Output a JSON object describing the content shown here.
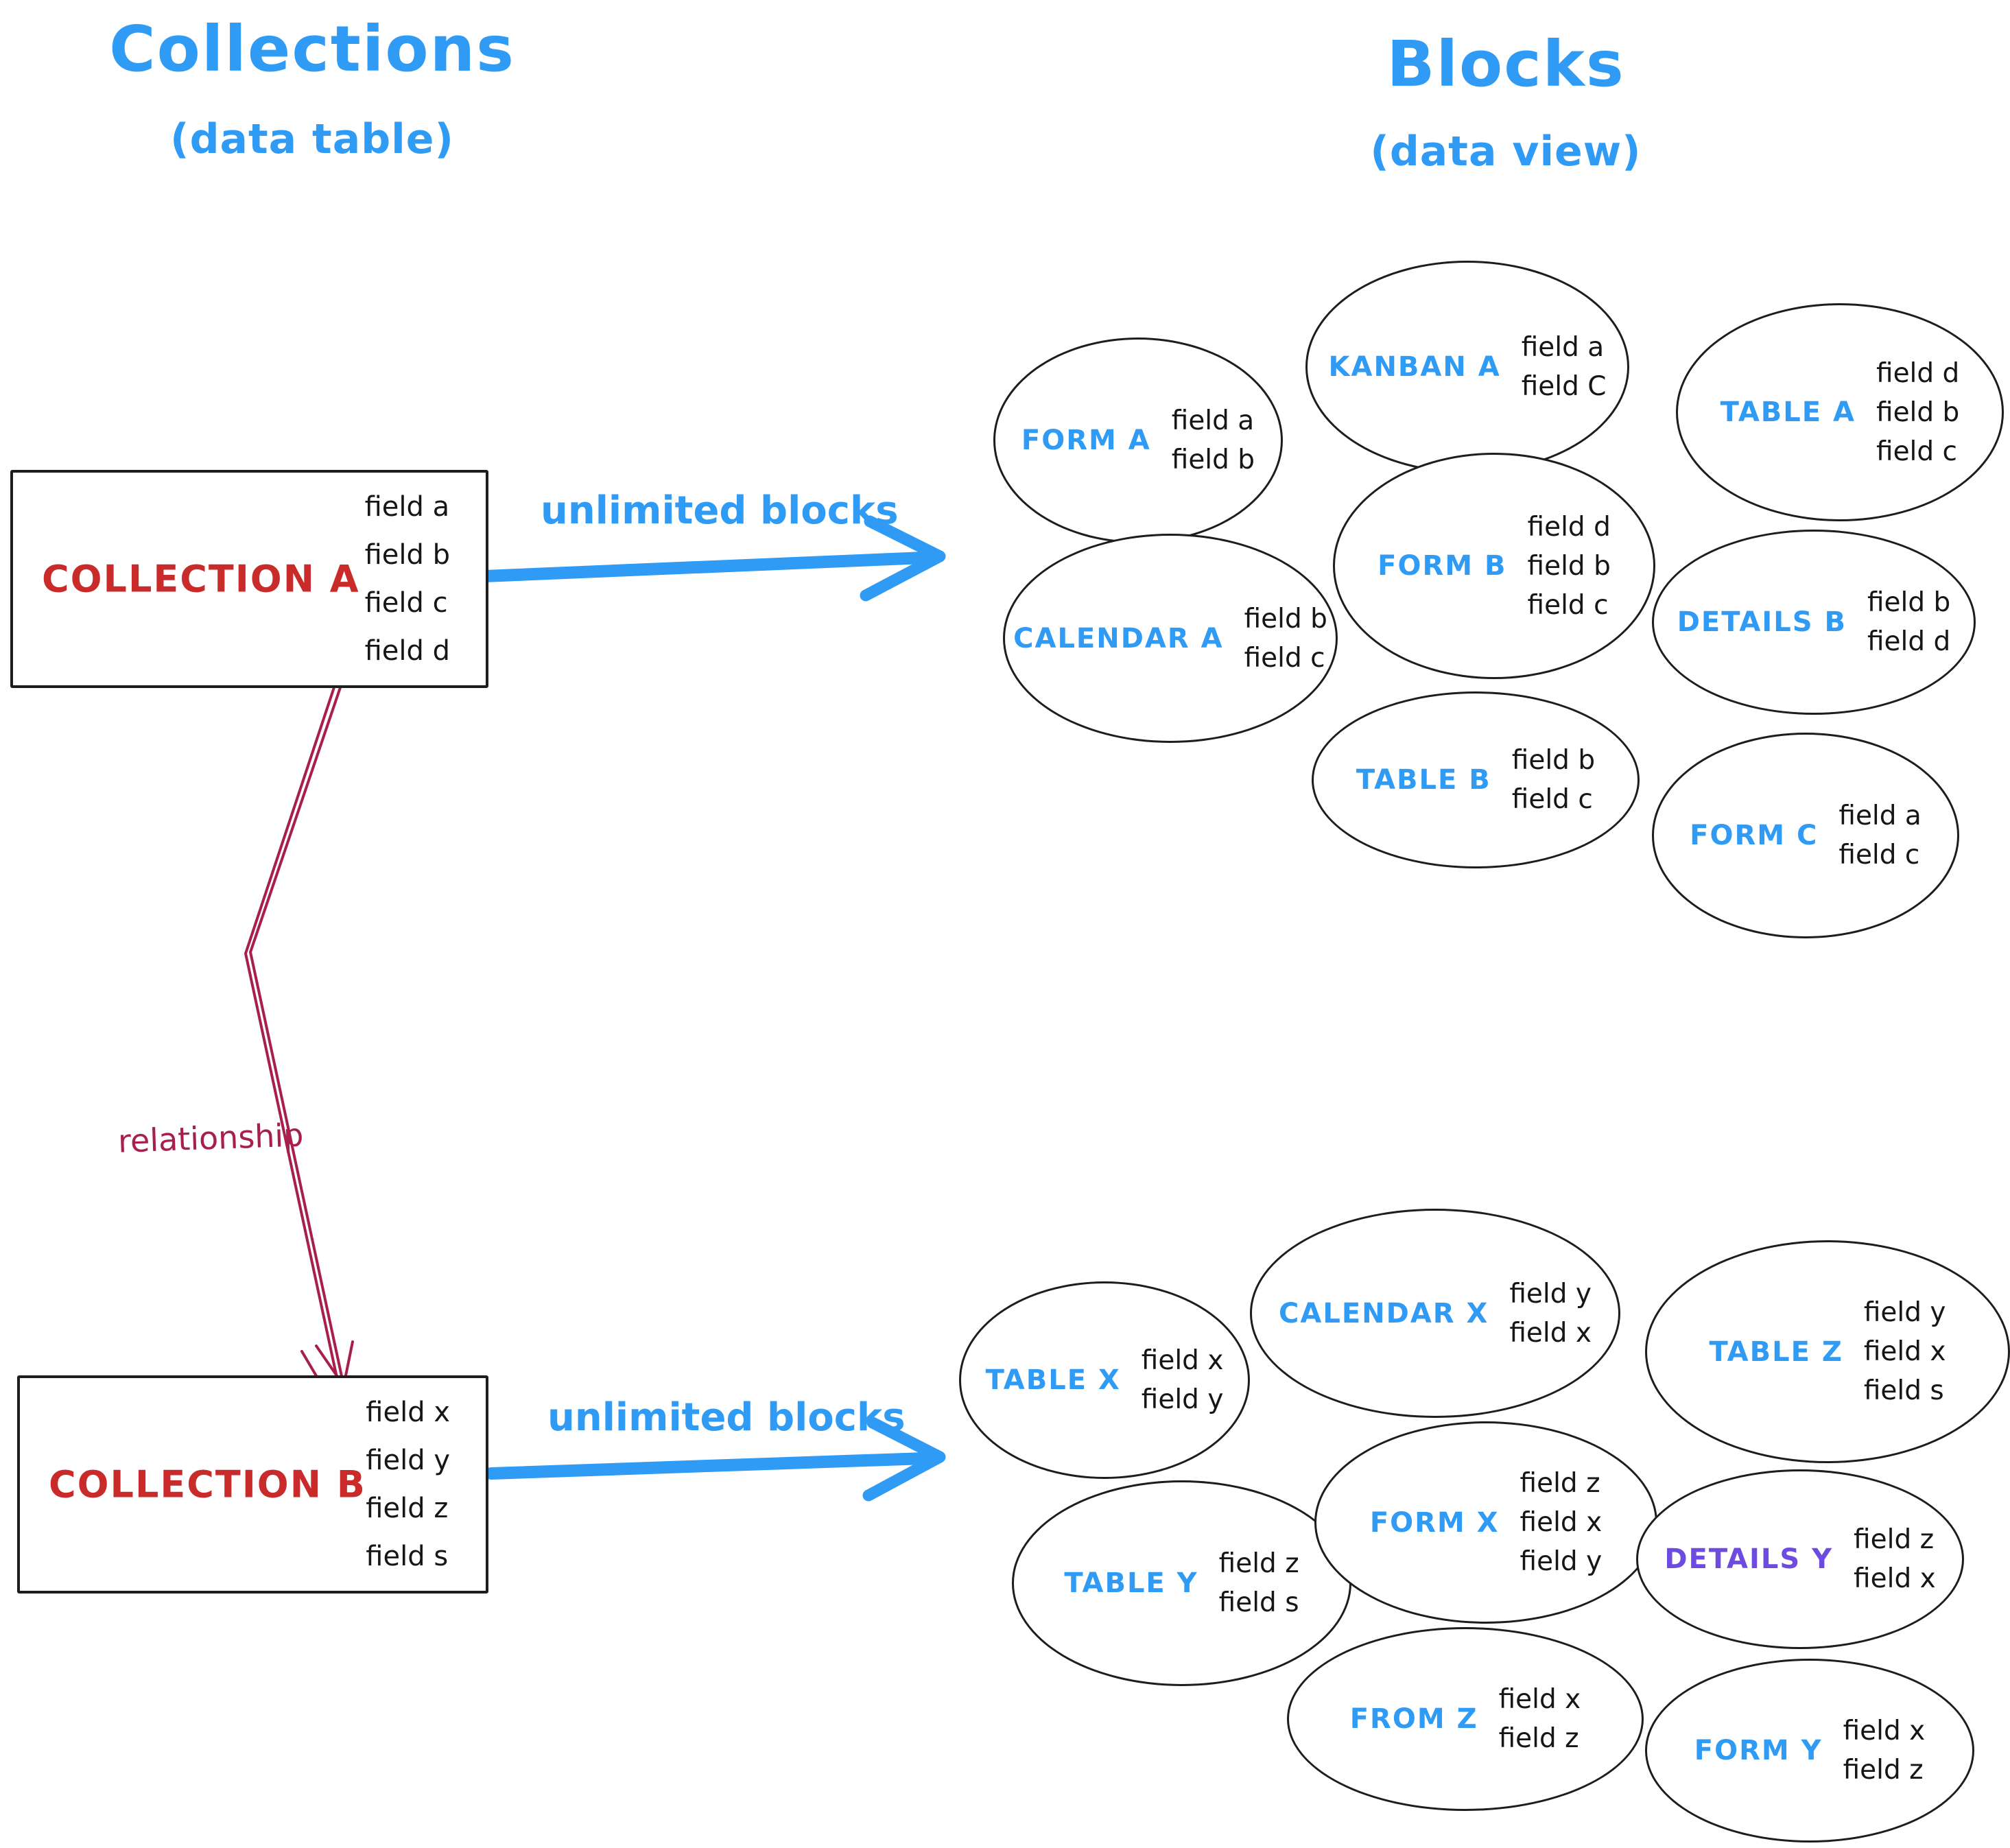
{
  "headings": {
    "left_title": "Collections",
    "left_subtitle": "(data table)",
    "right_title": "Blocks",
    "right_subtitle": "(data view)"
  },
  "collections": [
    {
      "name": "COLLECTION A",
      "fields": [
        "field a",
        "field b",
        "field c",
        "field d"
      ]
    },
    {
      "name": "COLLECTION B",
      "fields": [
        "field x",
        "field y",
        "field z",
        "field s"
      ]
    }
  ],
  "arrows": {
    "top_label": "unlimited blocks",
    "bottom_label": "unlimited blocks",
    "relationship_label": "relationship"
  },
  "blocks_a": [
    {
      "name": "FORM A",
      "fields": [
        "field a",
        "field b"
      ]
    },
    {
      "name": "KANBAN A",
      "fields": [
        "field a",
        "field C"
      ]
    },
    {
      "name": "TABLE A",
      "fields": [
        "field d",
        "field b",
        "field c"
      ]
    },
    {
      "name": "CALENDAR A",
      "fields": [
        "field b",
        "field c"
      ]
    },
    {
      "name": "FORM B",
      "fields": [
        "field d",
        "field b",
        "field c"
      ]
    },
    {
      "name": "DETAILS B",
      "fields": [
        "field b",
        "field d"
      ]
    },
    {
      "name": "TABLE B",
      "fields": [
        "field b",
        "field c"
      ]
    },
    {
      "name": "FORM C",
      "fields": [
        "field a",
        "field c"
      ]
    }
  ],
  "blocks_b": [
    {
      "name": "TABLE X",
      "fields": [
        "field x",
        "field y"
      ]
    },
    {
      "name": "CALENDAR X",
      "fields": [
        "field y",
        "field x"
      ]
    },
    {
      "name": "TABLE Z",
      "fields": [
        "field y",
        "field x",
        "field s"
      ]
    },
    {
      "name": "TABLE Y",
      "fields": [
        "field z",
        "field s"
      ]
    },
    {
      "name": "FORM X",
      "fields": [
        "field z",
        "field x",
        "field y"
      ]
    },
    {
      "name": "DETAILS Y",
      "fields": [
        "field z",
        "field x"
      ]
    },
    {
      "name": "FROM Z",
      "fields": [
        "field x",
        "field z"
      ]
    },
    {
      "name": "FORM Y",
      "fields": [
        "field x",
        "field z"
      ]
    }
  ],
  "colors": {
    "accent_blue": "#2f9bf5",
    "collection_red": "#c92a2a",
    "relationship_crimson": "#a81e4d",
    "details_purple": "#6d4ae0",
    "ink_black": "#1d1d1d"
  }
}
